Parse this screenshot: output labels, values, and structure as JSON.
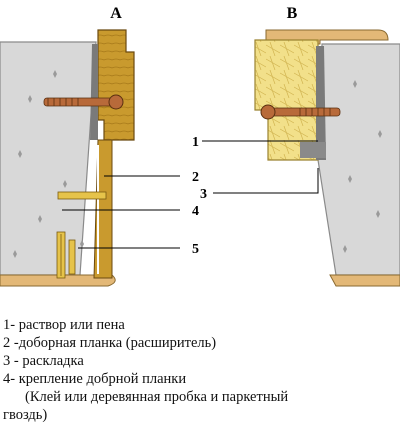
{
  "panels": {
    "a": "A",
    "b": "B"
  },
  "callouts": [
    "1",
    "2",
    "3",
    "4",
    "5"
  ],
  "legend": {
    "line1": "1- раствор или пена",
    "line2": "2 -доборная планка (расширитель)",
    "line3": "3 - раскладка",
    "line4": "4-  крепление добрной планки",
    "line5": "(Клей или деревянная пробка и паркетный",
    "line6": "гвоздь)"
  },
  "colors": {
    "wall": "#d8d8d8",
    "wall_stroke": "#8a8a8a",
    "wood_a": "#c99a2e",
    "wood_b": "#f2e08a",
    "foam": "#7a7a7a",
    "screw": "#b86a3a",
    "dowel": "#e6c34a"
  }
}
